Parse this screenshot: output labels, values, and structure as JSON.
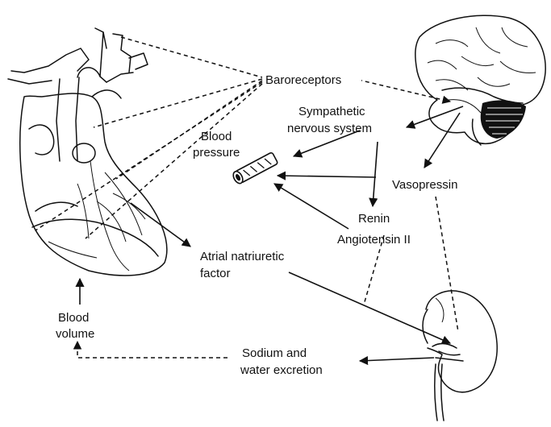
{
  "labels": {
    "baroreceptors": "Baroreceptors",
    "sympathetic_line1": "Sympathetic",
    "sympathetic_line2": "nervous system",
    "blood_pressure_line1": "Blood",
    "blood_pressure_line2": "pressure",
    "vasopressin": "Vasopressin",
    "renin": "Renin",
    "angiotensin": "Angiotensin II",
    "anf_line1": "Atrial natriuretic",
    "anf_line2": "factor",
    "blood_volume_line1": "Blood",
    "blood_volume_line2": "volume",
    "sodium_line1": "Sodium and",
    "sodium_line2": "water excretion"
  },
  "illustrations": [
    "heart-illustration",
    "brain-illustration",
    "kidney-illustration",
    "blood-vessel-illustration"
  ],
  "colors": {
    "ink": "#111111",
    "background": "#ffffff"
  }
}
